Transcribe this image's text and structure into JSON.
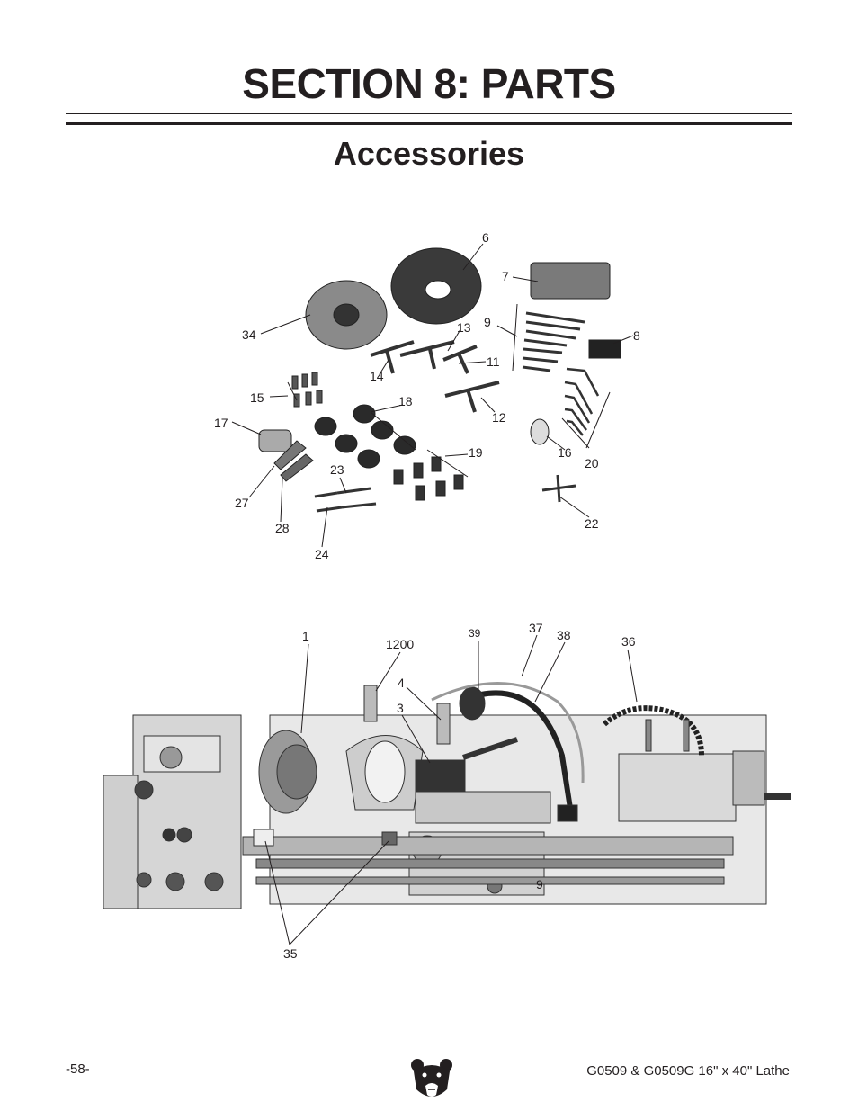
{
  "header": {
    "section_title": "SECTION 8: PARTS",
    "subtitle": "Accessories"
  },
  "accessories_callouts": [
    "6",
    "7",
    "9",
    "8",
    "34",
    "13",
    "11",
    "14",
    "15",
    "18",
    "12",
    "17",
    "19",
    "16",
    "20",
    "23",
    "27",
    "22",
    "28",
    "24"
  ],
  "lathe_callouts": [
    "1",
    "1200",
    "39",
    "37",
    "38",
    "36",
    "4",
    "3",
    "9",
    "35"
  ],
  "footer": {
    "page_number": "-58-",
    "manual_title": "G0509 & G0509G 16\" x 40\" Lathe",
    "logo_icon": "grizzly-bear-logo-icon"
  }
}
